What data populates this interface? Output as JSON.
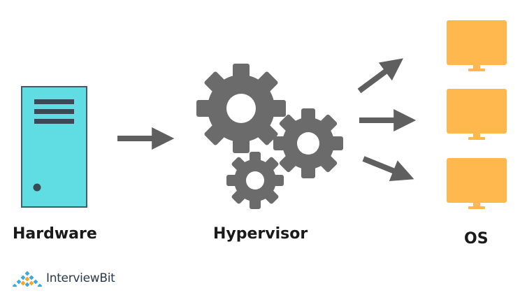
{
  "labels": {
    "hardware": "Hardware",
    "hypervisor": "Hypervisor",
    "os": "OS"
  },
  "brand": {
    "name": "InterviewBit"
  },
  "colors": {
    "server_fill": "#5fdde3",
    "server_stroke": "#3b5f6b",
    "server_detail": "#3a4a55",
    "gear": "#6b6b6b",
    "arrow": "#5f5f5f",
    "monitor": "#ffb84d",
    "brand_blue": "#3fa7e0",
    "brand_orange": "#f5a623"
  },
  "icons": {
    "hardware": "server-icon",
    "hypervisor": "gears-icon",
    "os": "monitor-icon"
  }
}
